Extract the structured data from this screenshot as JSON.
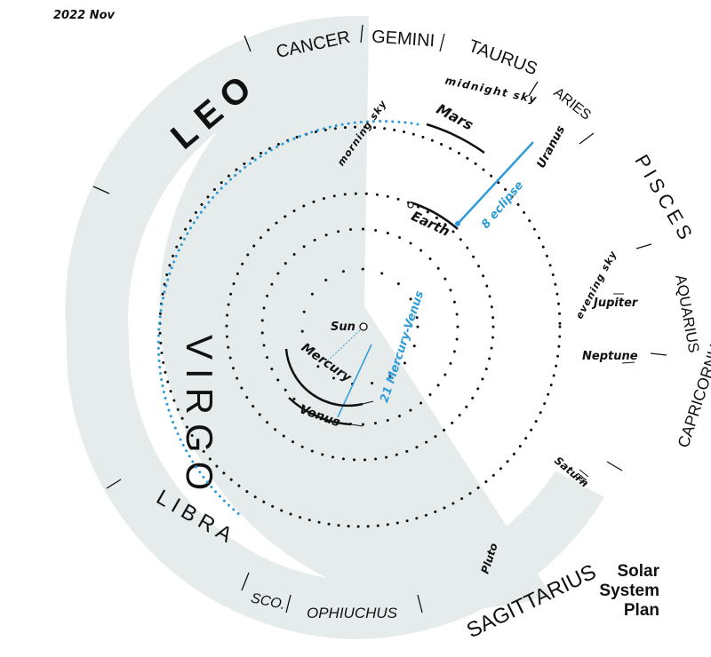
{
  "date": "2022 Nov",
  "title_lines": [
    "Solar",
    "System",
    "Plan"
  ],
  "colors": {
    "shade": "#e6ecec",
    "accent": "#2f9bd7",
    "ink": "#111111"
  },
  "constellations": {
    "cancer": "CANCER",
    "gemini": "GEMINI",
    "taurus": "TAURUS",
    "aries": "ARIES",
    "pisces": "PISCES",
    "aquarius": "AQUARIUS",
    "capricornus": "CAPRICORNUS",
    "sagittarius": "SAGITTARIUS",
    "ophiuchus": "OPHIUCHUS",
    "sco": "SCO.",
    "libra": "LIBRA",
    "virgo": "VIRGO",
    "leo": "LEO"
  },
  "planets": {
    "sun": "Sun",
    "mercury": "Mercury",
    "venus": "Venus",
    "earth": "Earth",
    "mars": "Mars",
    "uranus": "Uranus",
    "jupiter": "Jupiter",
    "neptune": "Neptune",
    "saturn": "Saturn",
    "pluto": "Pluto"
  },
  "sky_labels": {
    "morning": "morning sky",
    "midnight": "midnight sky",
    "evening": "evening sky"
  },
  "events": {
    "mercury_venus": "21 Mercury-Venus",
    "eclipse": "8 eclipse"
  }
}
